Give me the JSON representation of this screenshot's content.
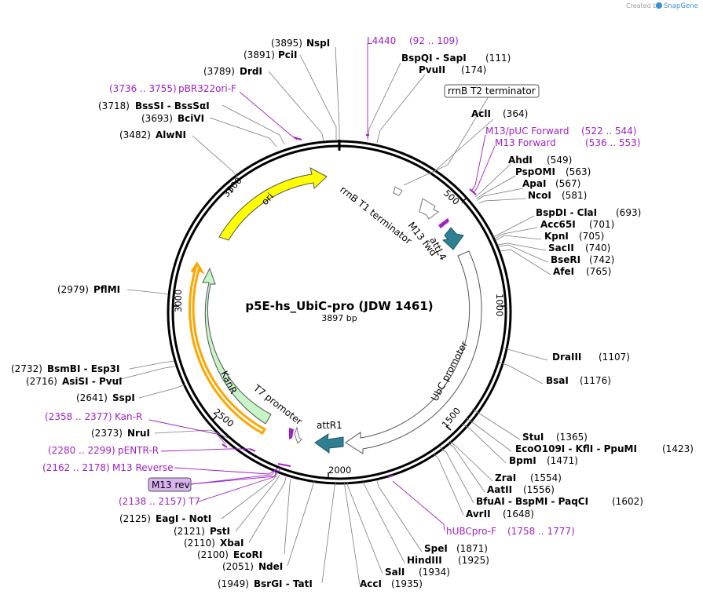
{
  "app": {
    "watermark_prefix": "Created by",
    "watermark_brand": "SnapGene"
  },
  "plasmid": {
    "name": "p5E-hs_UbiC-pro (JDW 1461)",
    "size_label": "3897 bp"
  },
  "ticks": [
    "500",
    "1000",
    "1500",
    "2000",
    "2500",
    "3000",
    "3500"
  ],
  "features": {
    "ori": "ori",
    "kanr": "KanR",
    "ubc": "UbC promoter",
    "t7": "T7 promoter",
    "rrnb_t1": "rrnB T1 terminator",
    "m13fwd": "M13 fwd",
    "attl4": "attL4",
    "attr1": "attR1"
  },
  "sites_right": [
    {
      "pos": "(3895)",
      "name": "NspI"
    },
    {
      "pos": "(3891)",
      "name": "PciI"
    },
    {
      "pos": "(3789)",
      "name": "DrdI"
    },
    {
      "pos": "(3718)",
      "name": "BssSI  -  BssSαI"
    },
    {
      "pos": "(3693)",
      "name": "BciVI"
    },
    {
      "pos": "(3482)",
      "name": "AlwNI"
    },
    {
      "pos": "(2979)",
      "name": "PflMI"
    },
    {
      "pos": "(2732)",
      "name": "BsmBI  -  Esp3I"
    },
    {
      "pos": "(2716)",
      "name": "AsiSI  -  PvuI"
    },
    {
      "pos": "(2641)",
      "name": "SspI"
    },
    {
      "pos": "(2373)",
      "name": "NruI"
    },
    {
      "pos": "(2125)",
      "name": "EagI  -  NotI"
    },
    {
      "pos": "(2121)",
      "name": "PstI"
    },
    {
      "pos": "(2110)",
      "name": "XbaI"
    },
    {
      "pos": "(2100)",
      "name": "EcoRI"
    },
    {
      "pos": "(2051)",
      "name": "NdeI"
    },
    {
      "pos": "(1949)",
      "name": "BsrGI  -  TatI"
    }
  ],
  "sites_left": [
    {
      "name": "BspQI  -  SapI",
      "pos": "(111)"
    },
    {
      "name": "PvuII",
      "pos": "(174)"
    },
    {
      "name": "AclI",
      "pos": "(364)"
    },
    {
      "name": "AhdI",
      "pos": "(549)"
    },
    {
      "name": "PspOMI",
      "pos": "(563)"
    },
    {
      "name": "ApaI",
      "pos": "(567)"
    },
    {
      "name": "NcoI",
      "pos": "(581)"
    },
    {
      "name": "BspDI  -  ClaI",
      "pos": "(693)"
    },
    {
      "name": "Acc65I",
      "pos": "(701)"
    },
    {
      "name": "KpnI",
      "pos": "(705)"
    },
    {
      "name": "SacII",
      "pos": "(740)"
    },
    {
      "name": "BseRI",
      "pos": "(742)"
    },
    {
      "name": "AfeI",
      "pos": "(765)"
    },
    {
      "name": "DraIII",
      "pos": "(1107)"
    },
    {
      "name": "BsaI",
      "pos": "(1176)"
    },
    {
      "name": "StuI",
      "pos": "(1365)"
    },
    {
      "name": "EcoO109I  -  KflI  -  PpuMI",
      "pos": "(1423)"
    },
    {
      "name": "BpmI",
      "pos": "(1471)"
    },
    {
      "name": "ZraI",
      "pos": "(1554)"
    },
    {
      "name": "AatII",
      "pos": "(1556)"
    },
    {
      "name": "BfuAI  -  BspMI  -  PaqCI",
      "pos": "(1602)"
    },
    {
      "name": "AvrII",
      "pos": "(1648)"
    },
    {
      "name": "SpeI",
      "pos": "(1871)"
    },
    {
      "name": "HindIII",
      "pos": "(1925)"
    },
    {
      "name": "SalI",
      "pos": "(1934)"
    },
    {
      "name": "AccI",
      "pos": "(1935)"
    }
  ],
  "primers": [
    {
      "name": "L4440",
      "range": "(92 .. 109)"
    },
    {
      "name": "M13/pUC Forward",
      "range": "(522 .. 544)"
    },
    {
      "name": "M13 Forward",
      "range": "(536 .. 553)"
    },
    {
      "name": "hUBCpro-F",
      "range": "(1758 .. 1777)"
    },
    {
      "name": "pBR322ori-F",
      "range": "(3736 .. 3755)"
    },
    {
      "name": "Kan-R",
      "range": "(2358 .. 2377)"
    },
    {
      "name": "pENTR-R",
      "range": "(2280 .. 2299)"
    },
    {
      "name": "M13 Reverse",
      "range": "(2162 .. 2178)"
    },
    {
      "name": "T7",
      "range": "(2138 .. 2157)"
    }
  ],
  "boxed": {
    "rrnb_t2": "rrnB T2 terminator",
    "m13rev": "M13 rev"
  },
  "colors": {
    "ori": "#ffff00",
    "kanr": "#c8f5c8",
    "kanr_outline": "#ffa500",
    "att": "#2f7f93",
    "primer": "#a020c8",
    "ubc": "#ffffff"
  }
}
